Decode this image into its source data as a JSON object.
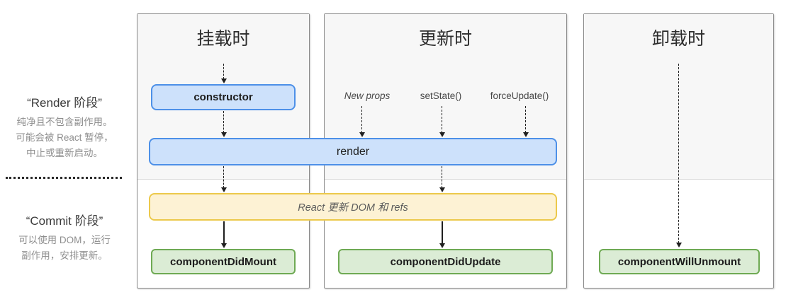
{
  "sidebar": {
    "render_phase": {
      "title": "“Render 阶段”",
      "lines": [
        "纯净且不包含副作用。",
        "可能会被 React 暂停，",
        "中止或重新启动。"
      ]
    },
    "commit_phase": {
      "title": "“Commit 阶段”",
      "lines": [
        "可以使用 DOM，运行",
        "副作用，安排更新。"
      ]
    }
  },
  "columns": {
    "mounting": {
      "title": "挂载时"
    },
    "updating": {
      "title": "更新时",
      "triggers": {
        "new_props": "New props",
        "set_state": "setState()",
        "force_update": "forceUpdate()"
      }
    },
    "unmounting": {
      "title": "卸载时"
    }
  },
  "boxes": {
    "constructor": {
      "label": "constructor"
    },
    "render": {
      "label": "render"
    },
    "react_updates_dom": {
      "label": "React 更新 DOM 和 refs"
    },
    "component_did_mount": {
      "label": "componentDidMount"
    },
    "component_did_update": {
      "label": "componentDidUpdate"
    },
    "component_will_unmount": {
      "label": "componentWillUnmount"
    }
  },
  "colors": {
    "blue-bg": "#cde1fb",
    "blue-border": "#4d90e8",
    "yellow-bg": "#fdf2d4",
    "yellow-border": "#ecc94b",
    "green-bg": "#dbecd5",
    "green-border": "#6faa54",
    "phase-top-bg": "#f7f7f7",
    "column-border": "#8a8a8a"
  }
}
